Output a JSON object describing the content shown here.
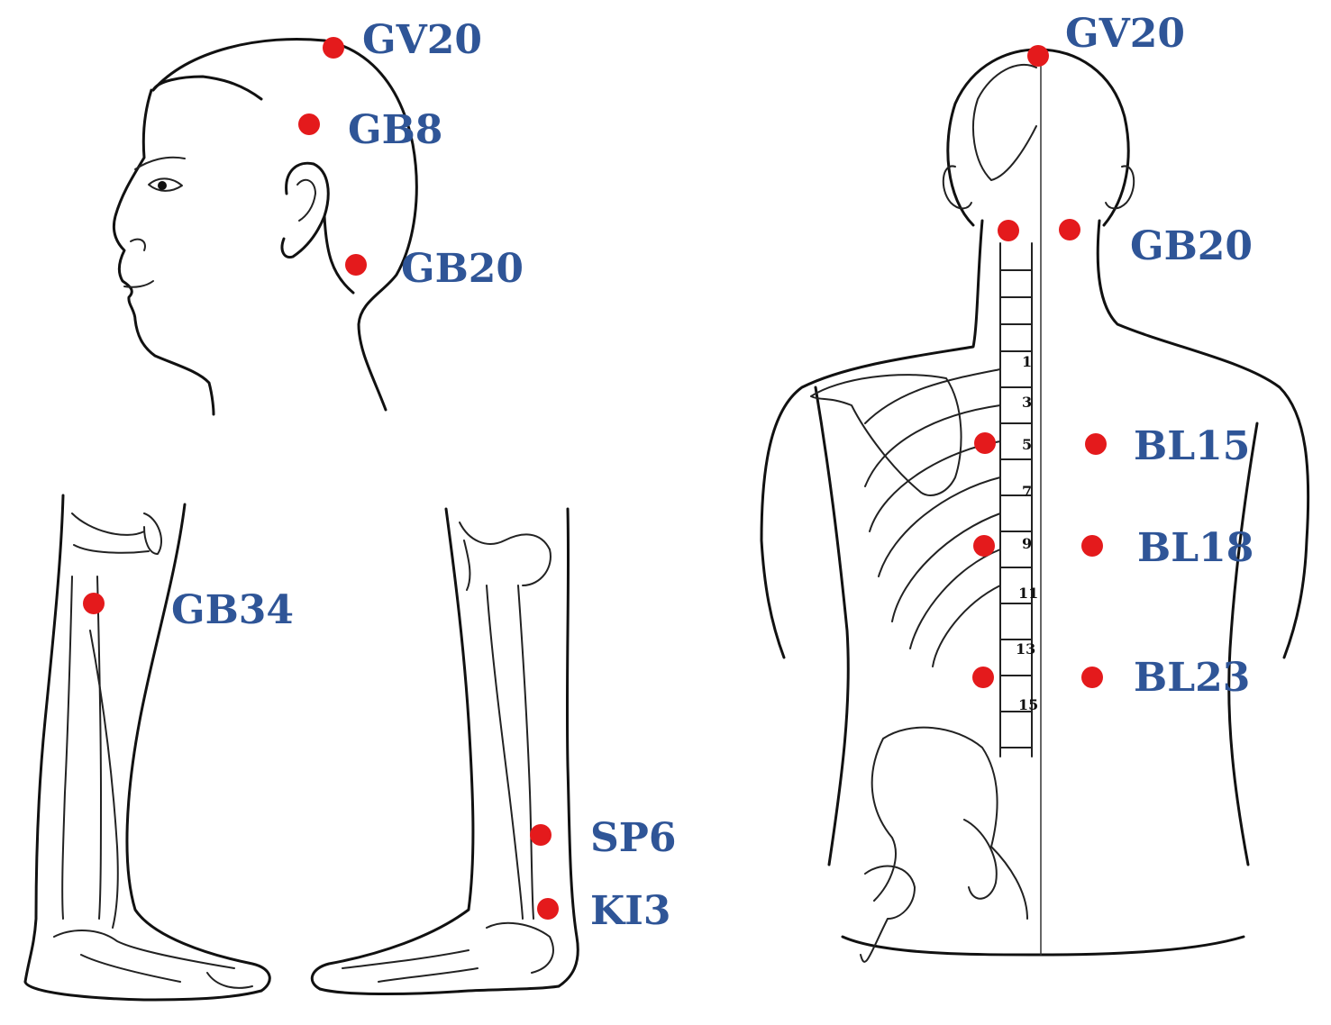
{
  "colors": {
    "point": "#e41a1c",
    "label": "#2f5597",
    "outline": "#111111"
  },
  "figures": {
    "head": {
      "points": [
        {
          "id": "gv20-head",
          "label": "GV20"
        },
        {
          "id": "gb8",
          "label": "GB8"
        },
        {
          "id": "gb20-head",
          "label": "GB20"
        }
      ]
    },
    "leg_lateral": {
      "points": [
        {
          "id": "gb34",
          "label": "GB34"
        }
      ]
    },
    "leg_medial": {
      "points": [
        {
          "id": "sp6",
          "label": "SP6"
        },
        {
          "id": "ki3",
          "label": "KI3"
        }
      ]
    },
    "back": {
      "points": [
        {
          "id": "gv20-back",
          "label": "GV20"
        },
        {
          "id": "gb20-back",
          "label": "GB20"
        },
        {
          "id": "bl15",
          "label": "BL15"
        },
        {
          "id": "bl18",
          "label": "BL18"
        },
        {
          "id": "bl23",
          "label": "BL23"
        }
      ],
      "vertebra_numbers": [
        "1",
        "3",
        "5",
        "7",
        "9",
        "11",
        "13",
        "15"
      ]
    }
  }
}
